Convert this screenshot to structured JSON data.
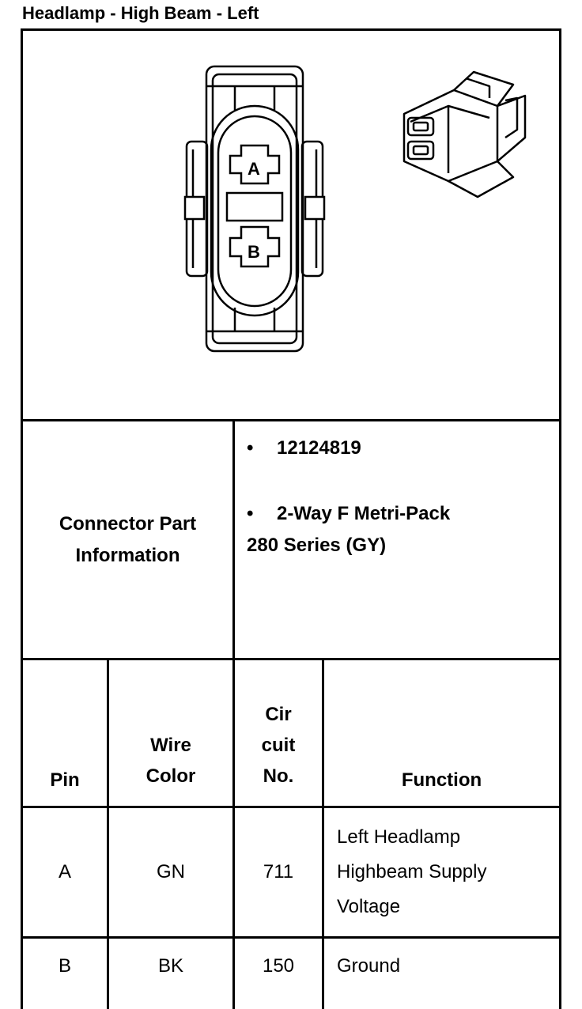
{
  "title": "Headlamp - High Beam - Left",
  "connector": {
    "label_line1": "Connector Part",
    "label_line2": "Information",
    "bullets": [
      {
        "symbol": "•",
        "text": "12124819"
      },
      {
        "symbol": "•",
        "text": "2-Way F Metri-Pack",
        "continuation": "280 Series (GY)"
      }
    ],
    "pin_labels": [
      "A",
      "B"
    ]
  },
  "table": {
    "headers": {
      "pin": "Pin",
      "wire_color": [
        "Wire",
        "Color"
      ],
      "circuit_no": [
        "Cir",
        "cuit",
        "No."
      ],
      "function": "Function"
    },
    "rows": [
      {
        "pin": "A",
        "wire_color": "GN",
        "circuit": "711",
        "function": [
          "Left Headlamp",
          "Highbeam Supply",
          "Voltage"
        ]
      },
      {
        "pin": "B",
        "wire_color": "BK",
        "circuit": "150",
        "function": [
          "Ground"
        ]
      }
    ]
  }
}
